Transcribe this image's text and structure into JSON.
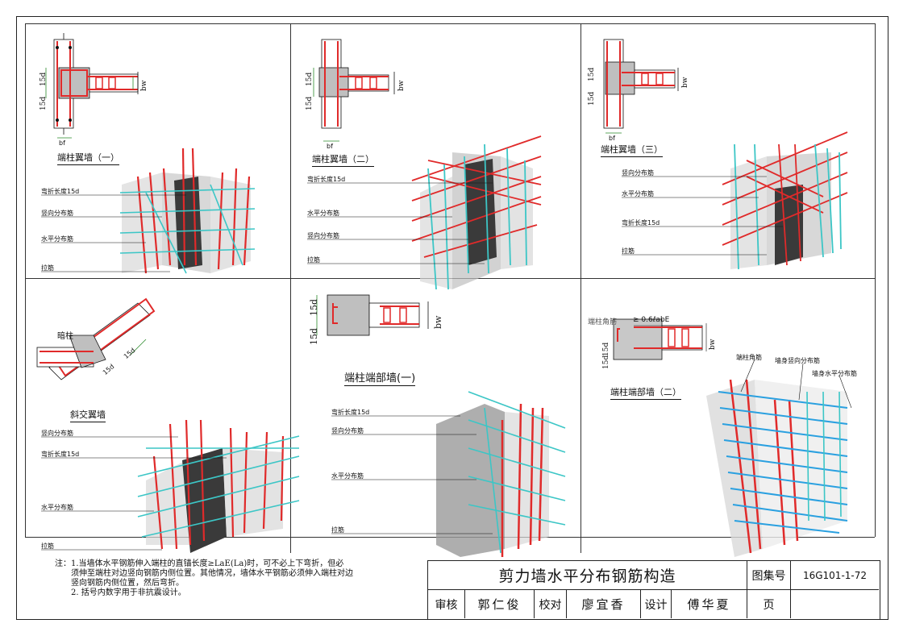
{
  "panels": [
    {
      "title": "端柱翼墙（一）",
      "labels": [
        "弯折长度15d",
        "竖向分布筋",
        "水平分布筋",
        "拉筋"
      ],
      "dims": {
        "top": "15d",
        "bottom": "15d",
        "bw": "bw",
        "bf": "bf"
      }
    },
    {
      "title": "端柱翼墙（二）",
      "labels": [
        "弯折长度15d",
        "水平分布筋",
        "竖向分布筋",
        "拉筋"
      ],
      "dims": {
        "top": "15d",
        "bottom": "15d",
        "bw": "bw",
        "bf": "bf"
      }
    },
    {
      "title": "端柱翼墙（三）",
      "labels": [
        "竖向分布筋",
        "水平分布筋",
        "弯折长度15d",
        "拉筋"
      ],
      "dims": {
        "top": "15d",
        "bottom": "15d",
        "bw": "bw",
        "bf": "bf"
      }
    },
    {
      "title": "斜交翼墙",
      "extra": "暗柱",
      "labels": [
        "竖向分布筋",
        "弯折长度15d",
        "水平分布筋",
        "拉筋"
      ],
      "dims": {
        "a": "15d",
        "b": "15d"
      }
    },
    {
      "title": "端柱端部墙(一)",
      "labels": [
        "弯折长度15d",
        "竖向分布筋",
        "水平分布筋",
        "拉筋"
      ],
      "dims": {
        "top": "15d",
        "bottom": "15d",
        "bw": "bw"
      }
    },
    {
      "title": "端柱端部墙（二）",
      "corner_label": "端柱角筋",
      "anchor_label": "≥ 0.6ℓabE",
      "labels": [
        "端柱角筋",
        "墙身竖向分布筋",
        "墙身水平分布筋"
      ],
      "dims": {
        "top": "15d",
        "bottom": "15d",
        "bw": "bw"
      }
    }
  ],
  "notes": {
    "line1": "注：1.当墙体水平钢筋伸入端柱的直锚长度≥LaE(La)时，可不必上下弯折，但必",
    "line2": "须伸至端柱对边竖向钢筋内侧位置。其他情况，墙体水平钢筋必须伸入端柱对边",
    "line3": "竖向钢筋内侧位置，然后弯折。",
    "line4": "2. 括号内数字用于非抗震设计。"
  },
  "titleblock": {
    "title": "剪力墙水平分布钢筋构造",
    "atlas_label": "图集号",
    "atlas_no": "16G101-1-72",
    "review_label": "审核",
    "reviewer": "郭仁俊",
    "check_label": "校对",
    "checker": "廖宜香",
    "design_label": "设计",
    "designer": "傅华夏",
    "page_label": "页",
    "page_no": ""
  },
  "colors": {
    "rebar_red": "#e02a2a",
    "rebar_cyan": "#3cc6c6",
    "concrete": "#9a9a9a",
    "dark": "#3a3a3a",
    "blue": "#2aa0e0"
  }
}
